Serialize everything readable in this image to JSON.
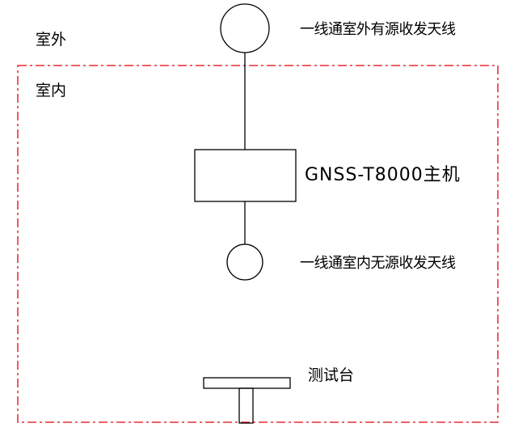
{
  "zones": {
    "outdoor_label": "室外",
    "indoor_label": "室内"
  },
  "components": {
    "outdoor_antenna_label": "一线通室外有源收发天线",
    "host_label": "GNSS-T8000主机",
    "indoor_antenna_label": "一线通室内无源收发天线",
    "test_bench_label": "测试台"
  },
  "colors": {
    "indoor_boundary": "#e8000b",
    "lines": "#000000"
  }
}
